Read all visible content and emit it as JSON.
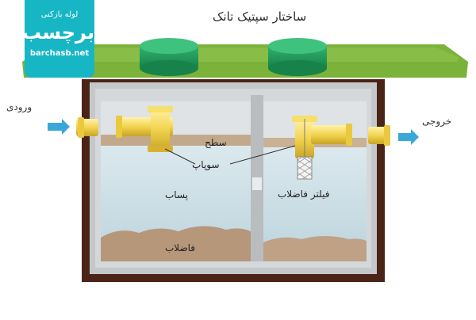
{
  "title": "ساختار سپتیک تانک",
  "labels": {
    "inlet": "ورودی",
    "outlet": "خروجی",
    "surface": "سطح",
    "valve": "سوپاپ",
    "effluent": "پساب",
    "filter": "فیلتر فاضلاب",
    "sludge": "فاضلاب"
  },
  "logo": {
    "line1": "لوله بازکنی",
    "line2": "برچسب",
    "line3": "barchasb.net"
  },
  "colors": {
    "soil": "#4a2417",
    "grass": "#7ab23a",
    "concrete": "#c8cbcd",
    "water": "#cfe1e7",
    "sludge": "#b89a7d",
    "pipe": "#f0d65a",
    "lid": "#1e9a5a",
    "arrow": "#3aa7d8",
    "logo_bg": "#16b6c4"
  }
}
